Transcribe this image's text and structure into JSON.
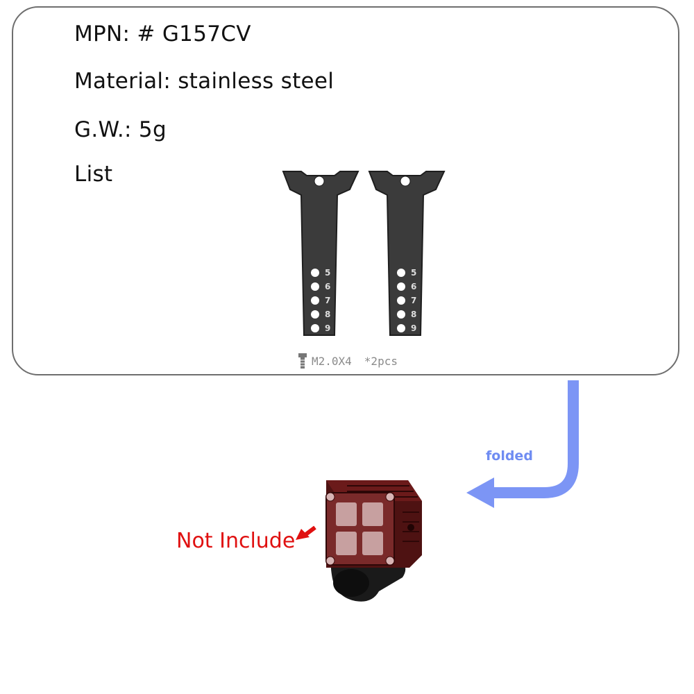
{
  "specs": {
    "mpn": "MPN:  # G157CV",
    "material": "Material:  stainless steel",
    "gross_weight": "G.W.: 5g",
    "list_label": "List"
  },
  "screw": {
    "size": "M2.0X4",
    "quantity": "*2pcs"
  },
  "bracket_numbers": [
    "5",
    "6",
    "7",
    "8",
    "9"
  ],
  "annotations": {
    "folded": "folded",
    "not_include": "Not Include"
  },
  "colors": {
    "arrow_blue": "#7c95f5",
    "not_include_red": "#e01010",
    "light_body": "#5a1616"
  }
}
